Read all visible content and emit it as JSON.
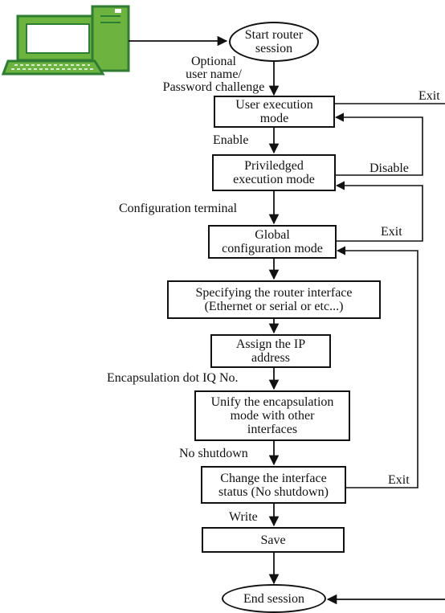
{
  "colors": {
    "computer_green": "#6DB33F",
    "computer_frame": "#2E7D32",
    "line": "#111111"
  },
  "icons": {
    "computer": "computer-icon"
  },
  "nodes": {
    "start": "Start router\nsession",
    "user_exec": "User execution\nmode",
    "priv_exec": "Priviledged\nexecution mode",
    "global_config": "Global\nconfiguration mode",
    "specify_interface": "Specifying the router interface\n(Ethernet or serial or etc...)",
    "assign_ip": "Assign the IP\naddress",
    "unify_encap": "Unify the encapsulation\nmode with other\ninterfaces",
    "change_status": "Change the interface\nstatus (No shutdown)",
    "save": "Save",
    "end": "End session"
  },
  "edge_labels": {
    "optional_challenge": "Optional\nuser name/\nPassword challenge",
    "enable": "Enable",
    "config_terminal": "Configuration terminal",
    "encap_dot": "Encapsulation dot IQ No.",
    "no_shutdown": "No shutdown",
    "write": "Write",
    "exit_user": "Exit",
    "disable": "Disable",
    "exit_global": "Exit",
    "exit_change": "Exit"
  }
}
